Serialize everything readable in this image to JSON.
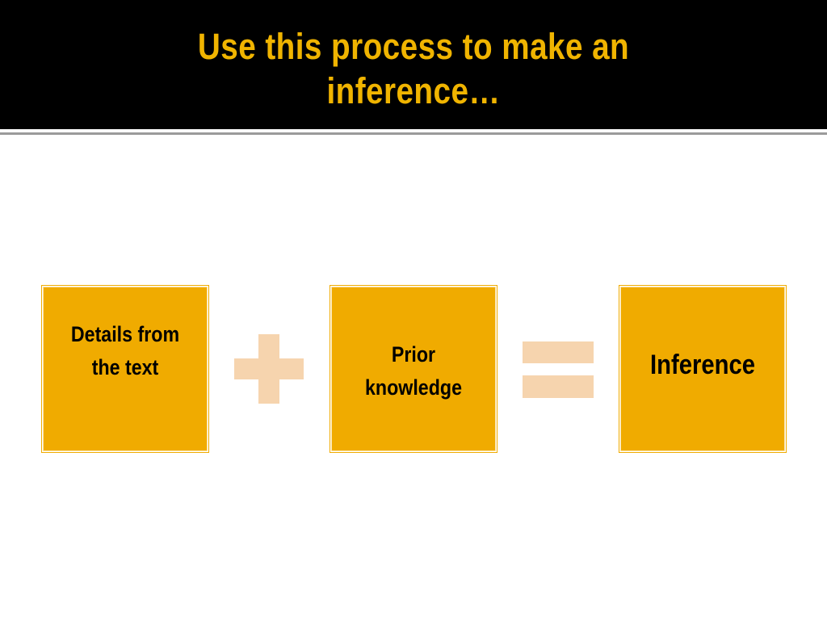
{
  "slide": {
    "title": "Use this process to make an inference…"
  },
  "equation": {
    "boxes": [
      {
        "label": "Details from the text"
      },
      {
        "label": "Prior knowledge"
      },
      {
        "label": "Inference"
      }
    ],
    "operators": [
      "plus",
      "equals"
    ]
  },
  "colors": {
    "title_background": "#000000",
    "title_text": "#f0b400",
    "box_fill": "#f0ab00",
    "box_text": "#000000",
    "operator_fill": "#f6d4ae",
    "slide_background": "#ffffff"
  },
  "icons": {
    "plus": "plus-icon",
    "equals": "equals-icon"
  }
}
